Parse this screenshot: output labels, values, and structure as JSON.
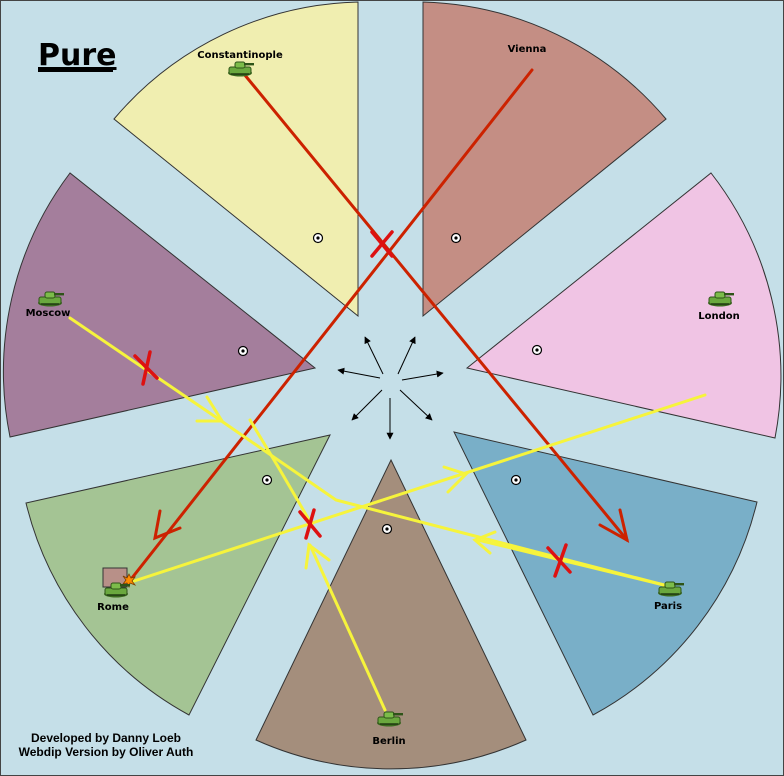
{
  "map": {
    "title": "Pure",
    "credits": {
      "line1": "Developed by Danny Loeb",
      "line2": "Webdip Version by Oliver Auth"
    }
  },
  "territories": [
    {
      "id": "constantinople",
      "label": "Constantinople",
      "color": "#f0eeb0",
      "unit": "army"
    },
    {
      "id": "vienna",
      "label": "Vienna",
      "color": "#c48e84",
      "unit": null
    },
    {
      "id": "london",
      "label": "London",
      "color": "#f0c4e4",
      "unit": "army"
    },
    {
      "id": "paris",
      "label": "Paris",
      "color": "#79afc8",
      "unit": "army"
    },
    {
      "id": "berlin",
      "label": "Berlin",
      "color": "#a48e7c",
      "unit": "army"
    },
    {
      "id": "rome",
      "label": "Rome",
      "color": "#a4c494",
      "unit": "army"
    },
    {
      "id": "moscow",
      "label": "Moscow",
      "color": "#a47e9c",
      "unit": "army"
    }
  ],
  "colors": {
    "background": "#c5dfe8",
    "outline": "#333333",
    "move_red": "#cc2200",
    "move_yellow": "#f6f43c",
    "failed_mark": "#dd1111",
    "army": "#5f9a38"
  }
}
